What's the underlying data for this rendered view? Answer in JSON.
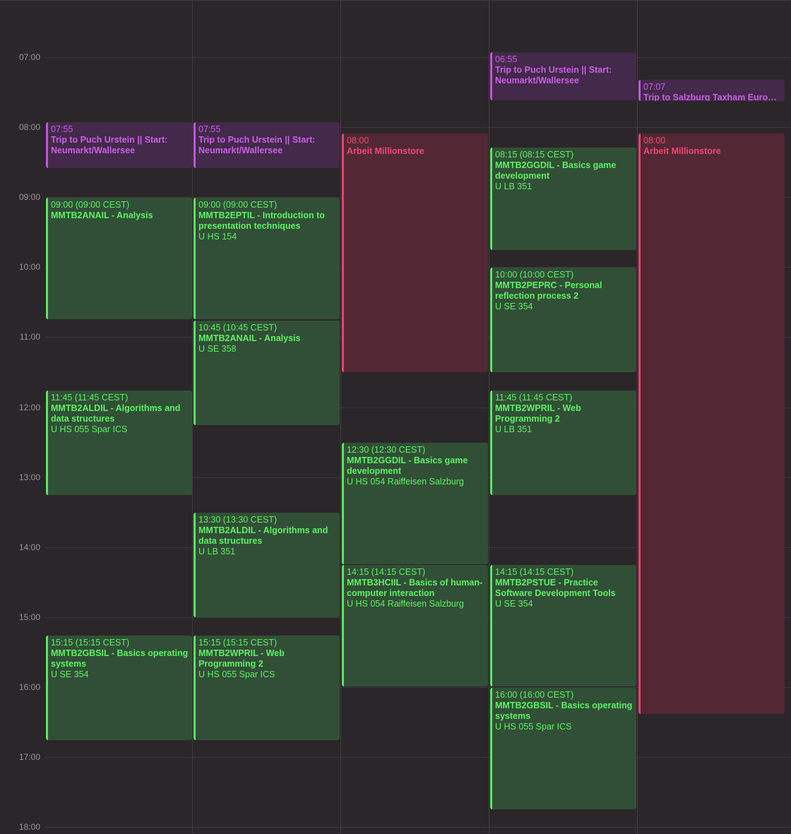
{
  "calendar": {
    "hours": [
      "07:00",
      "08:00",
      "09:00",
      "10:00",
      "11:00",
      "12:00",
      "13:00",
      "14:00",
      "15:00",
      "16:00",
      "17:00",
      "18:00"
    ],
    "colors": {
      "background": "#2b2629",
      "course": "#5ef064",
      "trip": "#cb5fe6",
      "work": "#f04a75"
    },
    "days": [
      {
        "events": [
          {
            "type": "trip",
            "time": "07:55",
            "title": "Trip to Puch Urstein || Start: Neumarkt/Wallersee"
          },
          {
            "type": "course",
            "time": "09:00 (09:00 CEST)",
            "title": "MMTB2ANAIL - Analysis"
          },
          {
            "type": "course",
            "time": "11:45 (11:45 CEST)",
            "title": "MMTB2ALDIL - Algorithms and data structures",
            "location": "U HS 055 Spar ICS"
          },
          {
            "type": "course",
            "time": "15:15 (15:15 CEST)",
            "title": "MMTB2GBSIL - Basics operating systems",
            "location": "U SE 354"
          }
        ]
      },
      {
        "events": [
          {
            "type": "trip",
            "time": "07:55",
            "title": "Trip to Puch Urstein || Start: Neumarkt/Wallersee"
          },
          {
            "type": "course",
            "time": "09:00 (09:00 CEST)",
            "title": "MMTB2EPTIL - Introduction to presentation techniques",
            "location": "U HS 154"
          },
          {
            "type": "course",
            "time": "10:45 (10:45 CEST)",
            "title": "MMTB2ANAIL - Analysis",
            "location": "U SE 358"
          },
          {
            "type": "course",
            "time": "13:30 (13:30 CEST)",
            "title": "MMTB2ALDIL - Algorithms and data structures",
            "location": "U LB 351"
          },
          {
            "type": "course",
            "time": "15:15 (15:15 CEST)",
            "title": "MMTB2WPRIL - Web Programming 2",
            "location": "U HS 055 Spar ICS"
          }
        ]
      },
      {
        "events": [
          {
            "type": "work",
            "time": "08:00",
            "title": "Arbeit Millionstore"
          },
          {
            "type": "course",
            "time": "12:30 (12:30 CEST)",
            "title": "MMTB2GGDIL - Basics game development",
            "location": "U HS 054 Raiffeisen Salzburg"
          },
          {
            "type": "course",
            "time": "14:15 (14:15 CEST)",
            "title": "MMTB3HCIIL - Basics of human-computer interaction",
            "location": "U HS 054 Raiffeisen Salzburg"
          }
        ]
      },
      {
        "events": [
          {
            "type": "trip",
            "time": "06:55",
            "title": "Trip to Puch Urstein || Start: Neumarkt/Wallersee"
          },
          {
            "type": "course",
            "time": "08:15 (08:15 CEST)",
            "title": "MMTB2GGDIL - Basics game development",
            "location": "U LB 351"
          },
          {
            "type": "course",
            "time": "10:00 (10:00 CEST)",
            "title": "MMTB2PEPRC - Personal reflection process 2",
            "location": "U SE 354"
          },
          {
            "type": "course",
            "time": "11:45 (11:45 CEST)",
            "title": "MMTB2WPRIL - Web Programming 2",
            "location": "U LB 351"
          },
          {
            "type": "course",
            "time": "14:15 (14:15 CEST)",
            "title": "MMTB2PSTUE - Practice Software Development Tools",
            "location": "U SE 354"
          },
          {
            "type": "course",
            "time": "16:00 (16:00 CEST)",
            "title": "MMTB2GBSIL - Basics operating systems",
            "location": "U HS 055 Spar ICS"
          }
        ]
      },
      {
        "events": [
          {
            "type": "trip",
            "time": "07:07",
            "title": "Trip to Salzburg Taxham Europark"
          },
          {
            "type": "work",
            "time": "08:00",
            "title": "Arbeit Millionstore"
          }
        ]
      }
    ]
  }
}
